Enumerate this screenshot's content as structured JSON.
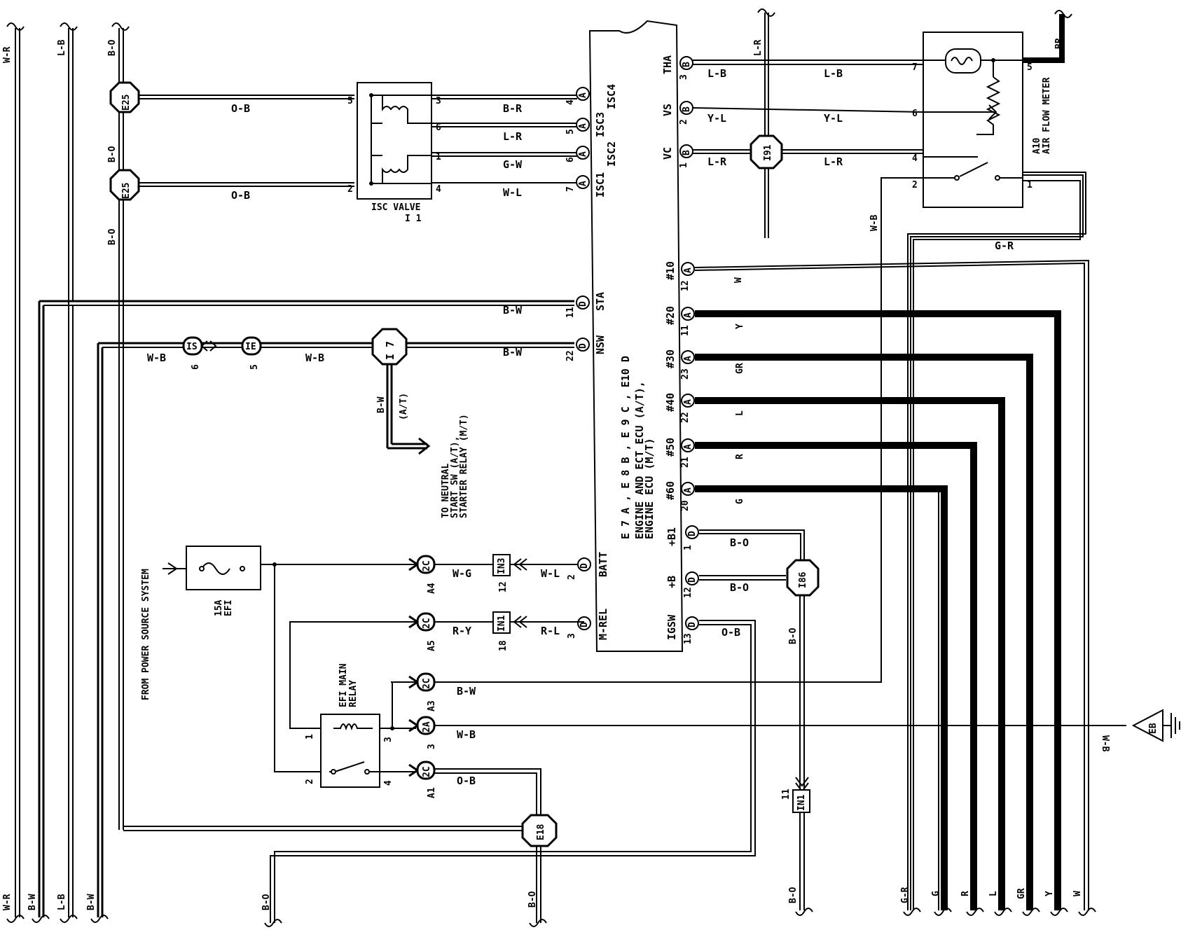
{
  "left_bus": {
    "top": [
      "W-R",
      "L-B",
      "B-O"
    ],
    "bottom": [
      "W-R",
      "B-W",
      "L-B",
      "B-W"
    ]
  },
  "connectors": {
    "e25": "E25",
    "e18": "E18",
    "i91": "I91",
    "i86": "I86",
    "i7": "I 7",
    "ie": "IE",
    "is": "IS",
    "in3": "IN3",
    "in1": "IN1",
    "eb": "EB"
  },
  "isc_valve": {
    "name": "ISC VALVE",
    "id": "I 1",
    "pins_left": [
      "5",
      "2"
    ],
    "pins_right": [
      "3",
      "6",
      "1",
      "4"
    ]
  },
  "ecu": {
    "name_line1": "ENGINE AND ECT ECU (A/T),",
    "name_line2": "ENGINE ECU (M/T)",
    "codes": "E 7 A , E 8 B , E 9 C , E10 D",
    "left_pins": [
      {
        "label": "ISC4",
        "num": "4",
        "letter": "A"
      },
      {
        "label": "ISC3",
        "num": "5",
        "letter": "A"
      },
      {
        "label": "ISC2",
        "num": "6",
        "letter": "A"
      },
      {
        "label": "ISC1",
        "num": "7",
        "letter": "A"
      },
      {
        "label": "STA",
        "num": "11",
        "letter": "D"
      },
      {
        "label": "NSW",
        "num": "22",
        "letter": "D"
      },
      {
        "label": "BATT",
        "num": "2",
        "letter": "D"
      },
      {
        "label": "M-REL",
        "num": "3",
        "letter": "D"
      }
    ],
    "right_pins": [
      {
        "label": "THA",
        "num": "3",
        "letter": "B"
      },
      {
        "label": "VS",
        "num": "2",
        "letter": "B"
      },
      {
        "label": "VC",
        "num": "1",
        "letter": "B"
      },
      {
        "label": "#10",
        "num": "12",
        "letter": "A"
      },
      {
        "label": "#20",
        "num": "11",
        "letter": "A"
      },
      {
        "label": "#30",
        "num": "23",
        "letter": "A"
      },
      {
        "label": "#40",
        "num": "22",
        "letter": "A"
      },
      {
        "label": "#50",
        "num": "21",
        "letter": "A"
      },
      {
        "label": "#60",
        "num": "20",
        "letter": "A"
      },
      {
        "label": "+B1",
        "num": "1",
        "letter": "D"
      },
      {
        "label": "+B",
        "num": "12",
        "letter": "D"
      },
      {
        "label": "IGSW",
        "num": "13",
        "letter": "D"
      }
    ]
  },
  "air_flow_meter": {
    "name": "AIR FLOW METER",
    "id": "A10",
    "pins": [
      "7",
      "6",
      "4",
      "2",
      "5",
      "1"
    ]
  },
  "wires": {
    "isc": [
      "B-R",
      "L-R",
      "G-W",
      "W-L"
    ],
    "e25": "O-B",
    "sta": "B-W",
    "nsw": "B-W",
    "is_wire": "W-B",
    "ie_wire": "W-B",
    "i7_down": "B-W",
    "tha": [
      "L-B",
      "L-B"
    ],
    "vs": [
      "Y-L",
      "Y-L"
    ],
    "vc": [
      "L-R",
      "L-R"
    ],
    "bb": "BR",
    "lr_top": "L-R",
    "injectors": [
      "W",
      "Y",
      "GR",
      "L",
      "R",
      "G"
    ],
    "gr_wire": "G-R",
    "wb_wire": "W-B",
    "b1": "B-O",
    "b": "B-O",
    "igsw": "O-B",
    "i86_down": "B-O",
    "batt_l": "W-L",
    "batt_r": "W-G",
    "mrel_l": "R-L",
    "mrel_r": "R-Y",
    "relay_a3": "B-W",
    "relay_3": "W-B",
    "relay_a1": "O-B",
    "eb_wire": "W-B",
    "bottom_left_bo": "B-O",
    "e18_bottom": "B-O",
    "in1_bottom": "B-O",
    "bottom_right": [
      "G-R",
      "G",
      "R",
      "L",
      "GR",
      "Y",
      "W"
    ]
  },
  "fuse": {
    "rating": "15A",
    "name": "EFI"
  },
  "relay": {
    "name_line1": "EFI MAIN",
    "name_line2": "RELAY",
    "pins": [
      "1",
      "2",
      "3",
      "4"
    ]
  },
  "junctions": {
    "a4": "A4",
    "a5": "A5",
    "a3": "A3",
    "a1": "A1",
    "a3b": "3",
    "c2": "2C",
    "a2": "2A"
  },
  "pin_nums": {
    "in3": "12",
    "in1a": "18",
    "in1b": "11",
    "ie": "5",
    "is": "6"
  },
  "notes": {
    "power": "FROM POWER SOURCE SYSTEM",
    "neutral_line1": "TO NEUTRAL",
    "neutral_line2": "START SW (A/T),",
    "neutral_line3": "STARTER RELAY (M/T)",
    "at": "(A/T)"
  }
}
